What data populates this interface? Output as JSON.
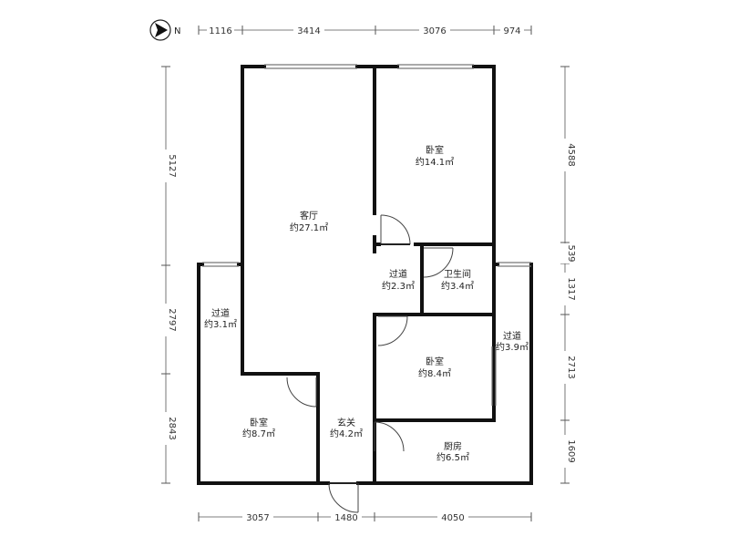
{
  "compass": {
    "direction": "N"
  },
  "dimensions": {
    "top": [
      "1116",
      "3414",
      "3076",
      "974"
    ],
    "bottom": [
      "3057",
      "1480",
      "4050"
    ],
    "left": [
      "5127",
      "2797",
      "2843"
    ],
    "right": [
      "4588",
      "539",
      "1317",
      "2713",
      "1609"
    ]
  },
  "rooms": {
    "living": {
      "name": "客厅",
      "area": "约27.1㎡"
    },
    "bedroom_ne": {
      "name": "卧室",
      "area": "约14.1㎡"
    },
    "hall_center": {
      "name": "过道",
      "area": "约2.3㎡"
    },
    "bathroom": {
      "name": "卫生间",
      "area": "约3.4㎡"
    },
    "hall_west": {
      "name": "过道",
      "area": "约3.1㎡"
    },
    "hall_east": {
      "name": "过道",
      "area": "约3.9㎡"
    },
    "bedroom_mid": {
      "name": "卧室",
      "area": "约8.4㎡"
    },
    "bedroom_sw": {
      "name": "卧室",
      "area": "约8.7㎡"
    },
    "entrance": {
      "name": "玄关",
      "area": "约4.2㎡"
    },
    "kitchen": {
      "name": "厨房",
      "area": "约6.5㎡"
    }
  }
}
